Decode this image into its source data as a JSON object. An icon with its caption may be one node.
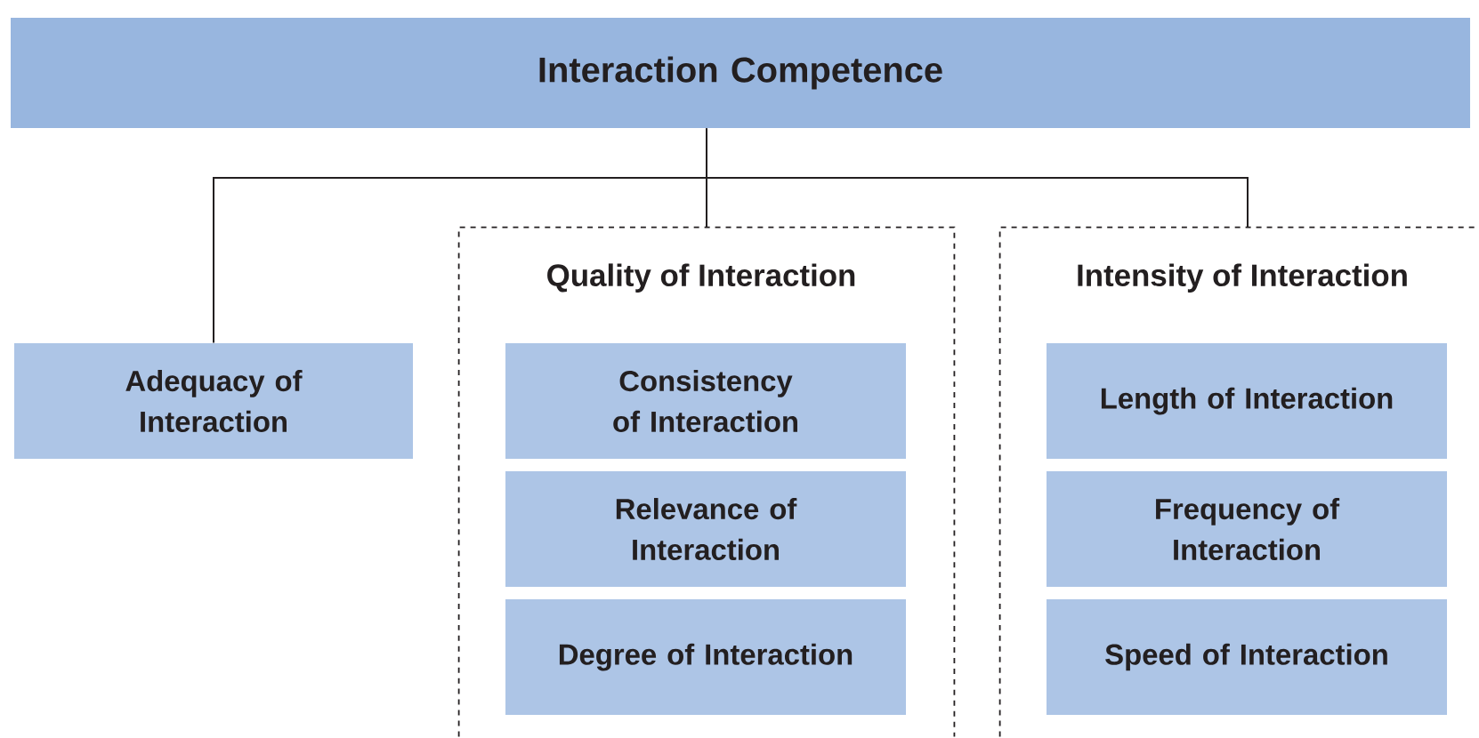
{
  "diagram": {
    "nodes": [
      {
        "text": [
          "Interaction Competence"
        ]
      },
      {
        "text": [
          "Adequacy of Interaction"
        ]
      },
      {
        "text": [
          "Quality of Interaction"
        ]
      },
      {
        "text": [
          "Consistency of Interaction"
        ],
        "in": 2
      },
      {
        "text": [
          "Relevance of Interaction"
        ],
        "in": 2
      },
      {
        "text": [
          "Degree of Interaction"
        ],
        "in": 2
      },
      {
        "text": [
          "Intensity of Interaction"
        ]
      },
      {
        "text": [
          "Length of Interaction"
        ],
        "in": 6
      },
      {
        "text": [
          "Frequency of Interaction"
        ],
        "in": 6
      },
      {
        "text": [
          "Speed of Interaction"
        ],
        "in": 6
      }
    ],
    "edges": [
      {
        "from": 0,
        "to": 1,
        "arrow": "none"
      },
      {
        "from": 0,
        "to": 2,
        "arrow": "none"
      },
      {
        "from": 0,
        "to": 6,
        "arrow": "none"
      }
    ]
  }
}
